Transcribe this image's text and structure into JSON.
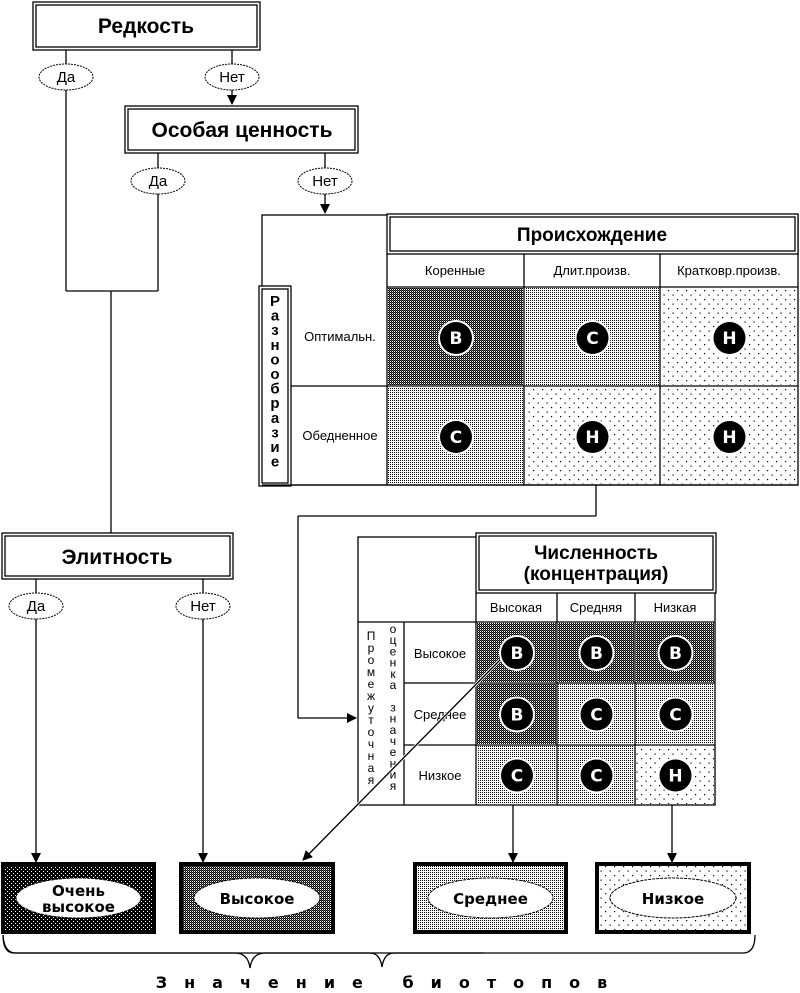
{
  "nodes": {
    "rarity": {
      "title": "Редкость",
      "yes": "Да",
      "no": "Нет"
    },
    "special_value": {
      "title": "Особая ценность",
      "yes": "Да",
      "no": "Нет"
    },
    "elite": {
      "title": "Элитность",
      "yes": "Да",
      "no": "Нет"
    }
  },
  "origin_matrix": {
    "title": "Происхождение",
    "row_axis_label": "Разнообразие",
    "columns": [
      "Коренные",
      "Длит.произв.",
      "Кратковр.произв."
    ],
    "rows": [
      {
        "label": "Оптимальн.",
        "cells": [
          "В",
          "С",
          "Н"
        ]
      },
      {
        "label": "Обедненное",
        "cells": [
          "С",
          "Н",
          "Н"
        ]
      }
    ]
  },
  "abundance_matrix": {
    "title_line1": "Численность",
    "title_line2": "(концентрация)",
    "row_axis_label_1": "Промежуточная",
    "row_axis_label_2": "оценка значения",
    "columns": [
      "Высокая",
      "Средняя",
      "Низкая"
    ],
    "rows": [
      {
        "label": "Высокое",
        "cells": [
          "В",
          "В",
          "В"
        ]
      },
      {
        "label": "Среднее",
        "cells": [
          "В",
          "С",
          "С"
        ]
      },
      {
        "label": "Низкое",
        "cells": [
          "С",
          "С",
          "Н"
        ]
      }
    ]
  },
  "outcomes": [
    {
      "label_line1": "Очень",
      "label_line2": "высокое",
      "level": "very-high"
    },
    {
      "label_line1": "Высокое",
      "label_line2": "",
      "level": "high"
    },
    {
      "label_line1": "Среднее",
      "label_line2": "",
      "level": "medium"
    },
    {
      "label_line1": "Низкое",
      "label_line2": "",
      "level": "low"
    }
  ],
  "footer": "Значение биотопов",
  "legend_codes": {
    "В": "high",
    "С": "medium",
    "Н": "low"
  },
  "colors": {
    "ink": "#000000",
    "paper": "#ffffff"
  }
}
